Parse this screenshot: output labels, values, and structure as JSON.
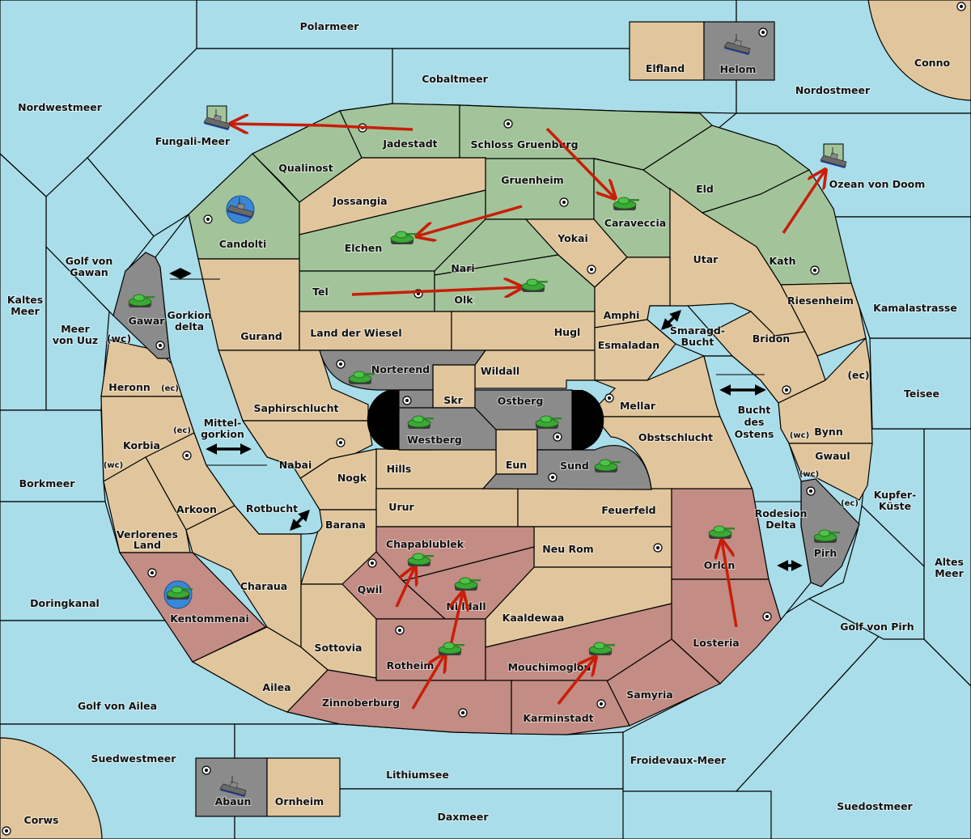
{
  "map": {
    "title": "Diplomacy variant map",
    "colors": {
      "sea": "#a9dde9",
      "neutral": "#e1c69d",
      "power_green": "#a3c49a",
      "power_red": "#c38c84",
      "power_gray": "#8b8b8b",
      "order_arrow": "#c81e0a",
      "fleet_marker": "#3a86d6"
    },
    "seas": [
      "Polarmeer",
      "Cobaltmeer",
      "Nordwestmeer",
      "Fungali-Meer",
      "Nordostmeer",
      "Ozean von Doom",
      "Golf von Gawan",
      "Kaltes Meer",
      "Meer von Uuz",
      "Gorkion delta",
      "Borkmeer",
      "Mittel-gorkion",
      "Rotbucht",
      "Doringkanal",
      "Golf von Ailea",
      "Suedwestmeer",
      "Lithiumsee",
      "Daxmeer",
      "Froidevaux-Meer",
      "Suedostmeer",
      "Golf von Pirh",
      "Altes Meer",
      "Kupfer-Küste",
      "Teisee",
      "Kamalastrasse",
      "Bucht des Ostens",
      "Smaragd-Bucht",
      "Rodesion Delta"
    ],
    "labels": {
      "polarmeer": "Polarmeer",
      "cobaltmeer": "Cobaltmeer",
      "nordwestmeer": "Nordwestmeer",
      "fungali": "Fungali-Meer",
      "nordostmeer": "Nordostmeer",
      "ozean": "Ozean von Doom",
      "golf_gawan_1": "Golf von",
      "golf_gawan_2": "Gawan",
      "kaltes_1": "Kaltes",
      "kaltes_2": "Meer",
      "uuz_1": "Meer",
      "uuz_2": "von Uuz",
      "gorkion_1": "Gorkion",
      "gorkion_2": "delta",
      "borkmeer": "Borkmeer",
      "mittel_1": "Mittel-",
      "mittel_2": "gorkion",
      "rotbucht": "Rotbucht",
      "doringkanal": "Doringkanal",
      "golf_ailea": "Golf von Ailea",
      "suedwestmeer": "Suedwestmeer",
      "lithiumsee": "Lithiumsee",
      "daxmeer": "Daxmeer",
      "froidevaux": "Froidevaux-Meer",
      "suedostmeer": "Suedostmeer",
      "golf_pirh": "Golf von Pirh",
      "altes_1": "Altes",
      "altes_2": "Meer",
      "kupfer_1": "Kupfer-",
      "kupfer_2": "Küste",
      "teisee": "Teisee",
      "kamala": "Kamalastrasse",
      "bucht_1": "Bucht",
      "bucht_2": "des",
      "bucht_3": "Ostens",
      "smaragd_1": "Smaragd-",
      "smaragd_2": "Bucht",
      "rodesion_1": "Rodesion",
      "rodesion_2": "Delta",
      "elfland": "Elfland",
      "helom": "Helom",
      "conno": "Conno",
      "corws": "Corws",
      "abaun": "Abaun",
      "ornheim": "Ornheim",
      "jadestadt": "Jadestadt",
      "schloss": "Schloss Gruenburg",
      "qualinost": "Qualinost",
      "jossangia": "Jossangia",
      "gruenheim": "Gruenheim",
      "caraveccia": "Caraveccia",
      "eld": "Eld",
      "candolti": "Candolti",
      "elchen": "Elchen",
      "yokai": "Yokai",
      "nari": "Nari",
      "utar": "Utar",
      "kath": "Kath",
      "tel": "Tel",
      "olk": "Olk",
      "amphi": "Amphi",
      "riesenheim": "Riesenheim",
      "gawar": "Gawar",
      "gurand": "Gurand",
      "land_wiesel": "Land der Wiesel",
      "hugl": "Hugl",
      "esmaladan": "Esmaladan",
      "bridon": "Bridon",
      "norterend": "Norterend",
      "wildall": "Wildall",
      "heronn": "Heronn",
      "skr": "Skr",
      "ostberg": "Ostberg",
      "mellar": "Mellar",
      "saphirschlucht": "Saphirschlucht",
      "westberg": "Westberg",
      "bynn": "Bynn",
      "korbia": "Korbia",
      "obstschlucht": "Obstschlucht",
      "eun": "Eun",
      "nabai": "Nabai",
      "hills": "Hills",
      "sund": "Sund",
      "gwaul": "Gwaul",
      "nogk": "Nogk",
      "arkoon": "Arkoon",
      "urur": "Urur",
      "feuerfeld": "Feuerfeld",
      "barana": "Barana",
      "chapablublek": "Chapablublek",
      "pirh": "Pirh",
      "orlon": "Orlon",
      "verlorenes_1": "Verlorenes",
      "verlorenes_2": "Land",
      "neu_rom": "Neu Rom",
      "charaua": "Charaua",
      "qwil": "Qwil",
      "nilldall": "Nilldall",
      "kentommenai": "Kentommenai",
      "kaaldewaa": "Kaaldewaa",
      "losteria": "Losteria",
      "sottovia": "Sottovia",
      "rotheim": "Rotheim",
      "mouchimoglou": "Mouchimoglou",
      "ailea": "Ailea",
      "samyria": "Samyria",
      "zinnoberburg": "Zinnoberburg",
      "karminstadt": "Karminstadt"
    },
    "coast_marker": {
      "wc": "(wc)",
      "ec": "(ec)"
    },
    "units": [
      {
        "type": "fleet",
        "location": "Fungali-Meer",
        "power": "green",
        "dislodged": true
      },
      {
        "type": "fleet",
        "location": "Ozean von Doom",
        "power": "green",
        "dislodged": true
      },
      {
        "type": "fleet",
        "location": "Helom",
        "power": "gray"
      },
      {
        "type": "fleet",
        "location": "Candolti",
        "power": "green",
        "build": true
      },
      {
        "type": "army",
        "location": "Caraveccia",
        "power": "green"
      },
      {
        "type": "army",
        "location": "Elchen",
        "power": "green"
      },
      {
        "type": "army",
        "location": "Olk",
        "power": "green"
      },
      {
        "type": "army",
        "location": "Gawar",
        "power": "gray"
      },
      {
        "type": "army",
        "location": "Norterend",
        "power": "gray"
      },
      {
        "type": "army",
        "location": "Westberg",
        "power": "gray"
      },
      {
        "type": "army",
        "location": "Ostberg",
        "power": "gray"
      },
      {
        "type": "army",
        "location": "Sund",
        "power": "gray"
      },
      {
        "type": "army",
        "location": "Pirh",
        "power": "gray"
      },
      {
        "type": "army",
        "location": "Orlon",
        "power": "red"
      },
      {
        "type": "army",
        "location": "Chapablublek",
        "power": "red"
      },
      {
        "type": "army",
        "location": "Nilldall",
        "power": "red"
      },
      {
        "type": "army",
        "location": "Rotheim",
        "power": "red"
      },
      {
        "type": "army",
        "location": "Mouchimoglou",
        "power": "red"
      },
      {
        "type": "army",
        "location": "Kentommenai",
        "power": "red",
        "build": true
      },
      {
        "type": "fleet",
        "location": "Abaun",
        "power": "gray"
      }
    ],
    "orders": [
      {
        "from": "Jadestadt",
        "to": "Fungali-Meer"
      },
      {
        "from": "Schloss Gruenburg",
        "to": "Caraveccia"
      },
      {
        "from": "Gruenheim",
        "to": "Elchen"
      },
      {
        "from": "Tel",
        "to": "Olk"
      },
      {
        "from": "Kath",
        "to": "Ozean von Doom"
      },
      {
        "from": "Qwil",
        "to": "Chapablublek"
      },
      {
        "from": "Rotheim",
        "to": "Nilldall"
      },
      {
        "from": "Zinnoberburg",
        "to": "Rotheim"
      },
      {
        "from": "Karminstadt",
        "to": "Mouchimoglou"
      },
      {
        "from": "Losteria",
        "to": "Orlon"
      }
    ]
  }
}
